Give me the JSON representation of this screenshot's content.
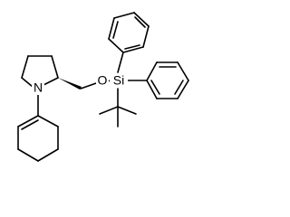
{
  "molecule": {
    "atoms": {
      "nitrogen": "N",
      "oxygen": "O",
      "silicon": "Si"
    }
  }
}
